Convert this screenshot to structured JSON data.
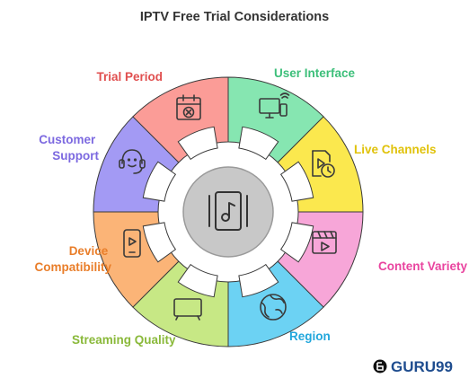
{
  "title": "IPTV Free Trial Considerations",
  "center": {
    "icon": "music-file-icon",
    "color": "#c8c8c8"
  },
  "segments": [
    {
      "label": "User Interface",
      "icon": "tv-remote-icon",
      "color": "#86e6b1",
      "label_color": "#3dbf7a"
    },
    {
      "label": "Live Channels",
      "icon": "video-clock-icon",
      "color": "#fbe84e",
      "label_color": "#e0c20a"
    },
    {
      "label": "Content Variety",
      "icon": "clapperboard-icon",
      "color": "#f7a6d8",
      "label_color": "#e9449f"
    },
    {
      "label": "Region",
      "icon": "globe-icon",
      "color": "#6cd2f3",
      "label_color": "#22a7dc"
    },
    {
      "label": "Streaming Quality",
      "icon": "monitor-icon",
      "color": "#c7e885",
      "label_color": "#8ab93a"
    },
    {
      "label": "Device Compatibility",
      "icon": "mobile-play-icon",
      "color": "#fbb477",
      "label_color": "#e97e2a"
    },
    {
      "label": "Customer Support",
      "icon": "headset-icon",
      "color": "#a39af4",
      "label_color": "#7c69e0"
    },
    {
      "label": "Trial Period",
      "icon": "calendar-x-icon",
      "color": "#fb9c97",
      "label_color": "#e04f4f"
    }
  ],
  "brand": {
    "text": "GURU99",
    "icon": "guru99-logo-icon",
    "color": "#1f4d8f"
  }
}
